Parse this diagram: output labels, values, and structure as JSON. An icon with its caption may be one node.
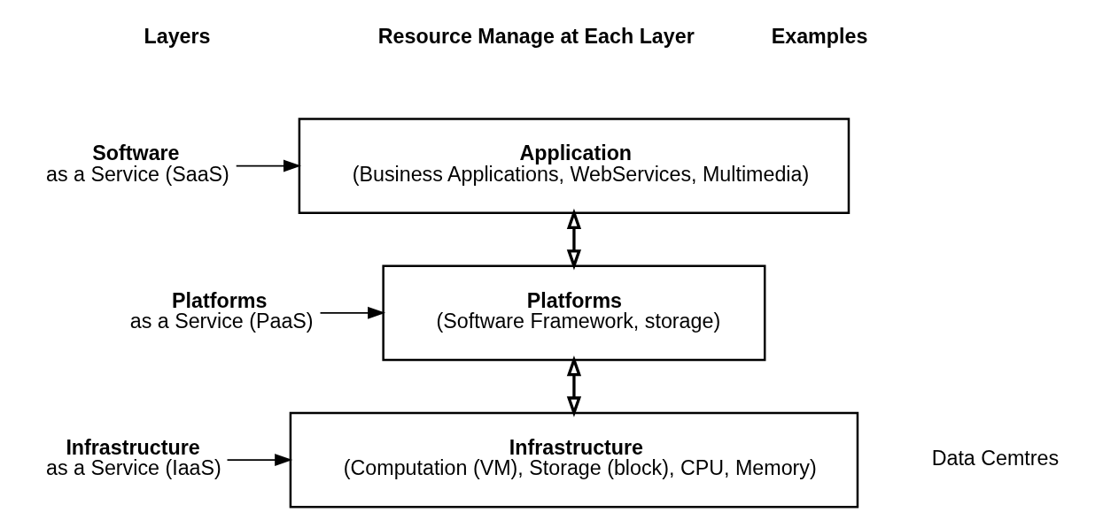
{
  "diagram": {
    "nodes": [
      {
        "text": [
          "Software",
          "as a Service (SaaS)"
        ]
      },
      {
        "text": [
          "Application",
          "(Business Applications, WebServices, Multimedia)"
        ]
      },
      {
        "text": [
          "Platforms",
          "as a Service (PaaS)"
        ]
      },
      {
        "text": [
          "Platforms",
          "(Software Framework, storage)"
        ]
      },
      {
        "text": [
          "Infrastructure",
          "as a Service (IaaS)"
        ]
      },
      {
        "text": [
          "Infrastructure",
          "(Computation (VM), Storage (block), CPU, Memory)"
        ]
      }
    ],
    "edges": [
      {
        "from": 0,
        "to": 1,
        "arrow": "to"
      },
      {
        "from": 2,
        "to": 3,
        "arrow": "to"
      },
      {
        "from": 4,
        "to": 5,
        "arrow": "to"
      },
      {
        "from": 1,
        "to": 3,
        "arrow": "both"
      },
      {
        "from": 3,
        "to": 5,
        "arrow": "both"
      }
    ],
    "labels": [
      "Layers",
      "Resource Manage at Each Layer",
      "Examples",
      "Data Cemtres"
    ]
  }
}
